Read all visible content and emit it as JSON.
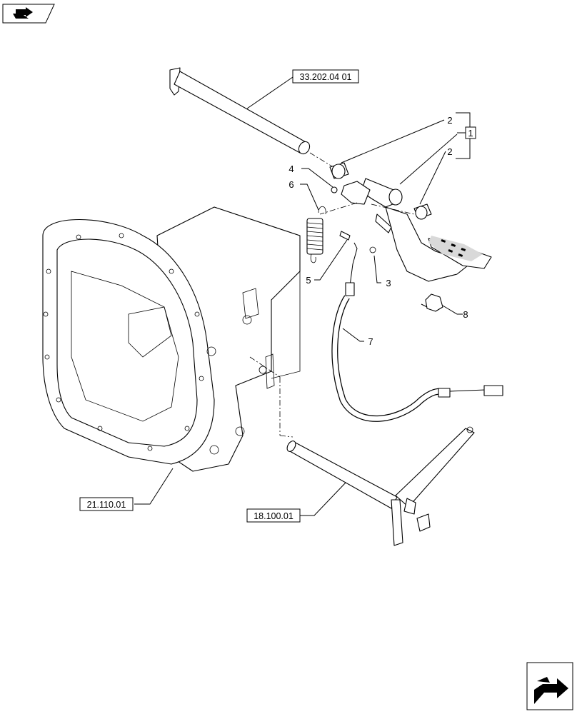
{
  "references": {
    "ref_top": "33.202.04 01",
    "ref_housing": "21.110.01",
    "ref_shaft": "18.100.01"
  },
  "callouts": {
    "c1": "1",
    "c2a": "2",
    "c2b": "2",
    "c3": "3",
    "c4": "4",
    "c5": "5",
    "c6": "6",
    "c7": "7",
    "c8": "8"
  },
  "icons": {
    "top_left": "folder-arrow-icon",
    "bottom_right": "next-page-arrow-icon"
  }
}
